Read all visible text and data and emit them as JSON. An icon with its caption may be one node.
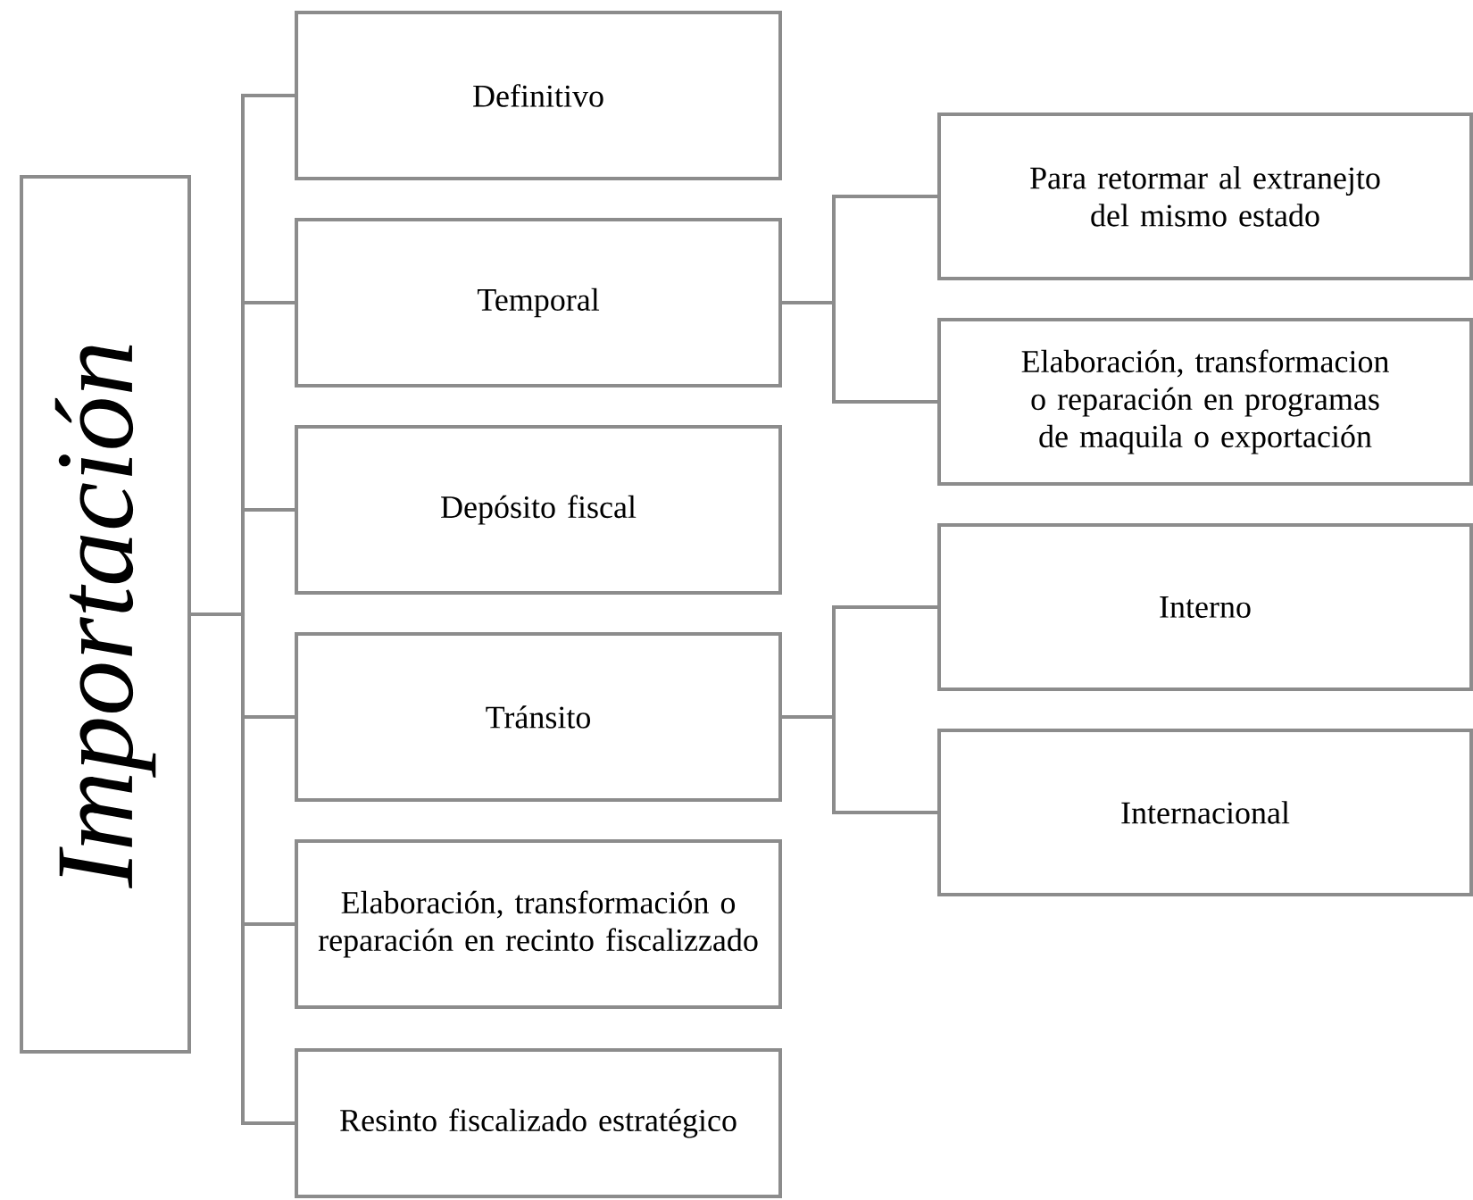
{
  "diagram": {
    "nodes": [
      {
        "text": [
          "Importación"
        ]
      },
      {
        "text": [
          "Definitivo"
        ]
      },
      {
        "text": [
          "Temporal"
        ]
      },
      {
        "text": [
          "Depósito fiscal"
        ]
      },
      {
        "text": [
          "Tránsito"
        ]
      },
      {
        "text": [
          "Elaboración, transformación o reparación en recinto fiscalizzado"
        ]
      },
      {
        "text": [
          "Resinto fiscalizado estratégico"
        ]
      },
      {
        "text": [
          "Para retormar al extranejto del mismo estado"
        ]
      },
      {
        "text": [
          "Elaboración, transformacion o reparación en programas de maquila o exportación"
        ]
      },
      {
        "text": [
          "Interno"
        ]
      },
      {
        "text": [
          "Internacional"
        ]
      }
    ],
    "edges": [
      {
        "from": 0,
        "to": 1,
        "arrow": "none"
      },
      {
        "from": 0,
        "to": 2,
        "arrow": "none"
      },
      {
        "from": 0,
        "to": 3,
        "arrow": "none"
      },
      {
        "from": 0,
        "to": 4,
        "arrow": "none"
      },
      {
        "from": 0,
        "to": 5,
        "arrow": "none"
      },
      {
        "from": 0,
        "to": 6,
        "arrow": "none"
      },
      {
        "from": 2,
        "to": 7,
        "arrow": "none"
      },
      {
        "from": 2,
        "to": 8,
        "arrow": "none"
      },
      {
        "from": 4,
        "to": 9,
        "arrow": "none"
      },
      {
        "from": 4,
        "to": 10,
        "arrow": "none"
      }
    ]
  }
}
